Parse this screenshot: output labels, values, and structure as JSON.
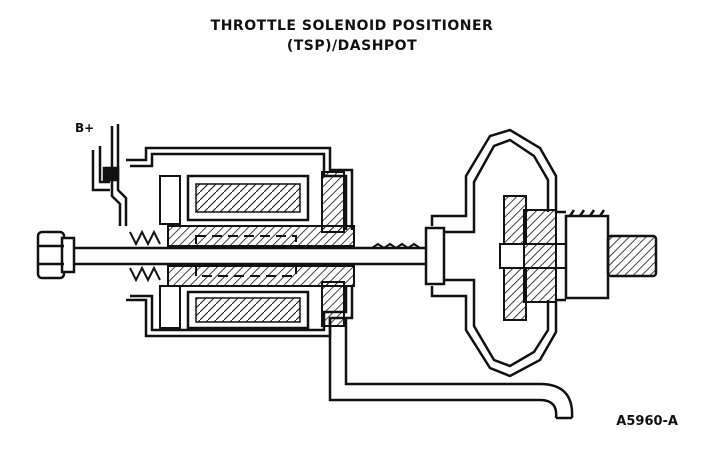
{
  "diagram": {
    "title_line1": "THROTTLE SOLENOID POSITIONER",
    "title_line2": "(TSP)/DASHPOT",
    "terminal_label": "B+",
    "figure_id": "A5960-A"
  },
  "colors": {
    "ink": "#111111",
    "paper": "#ffffff"
  }
}
